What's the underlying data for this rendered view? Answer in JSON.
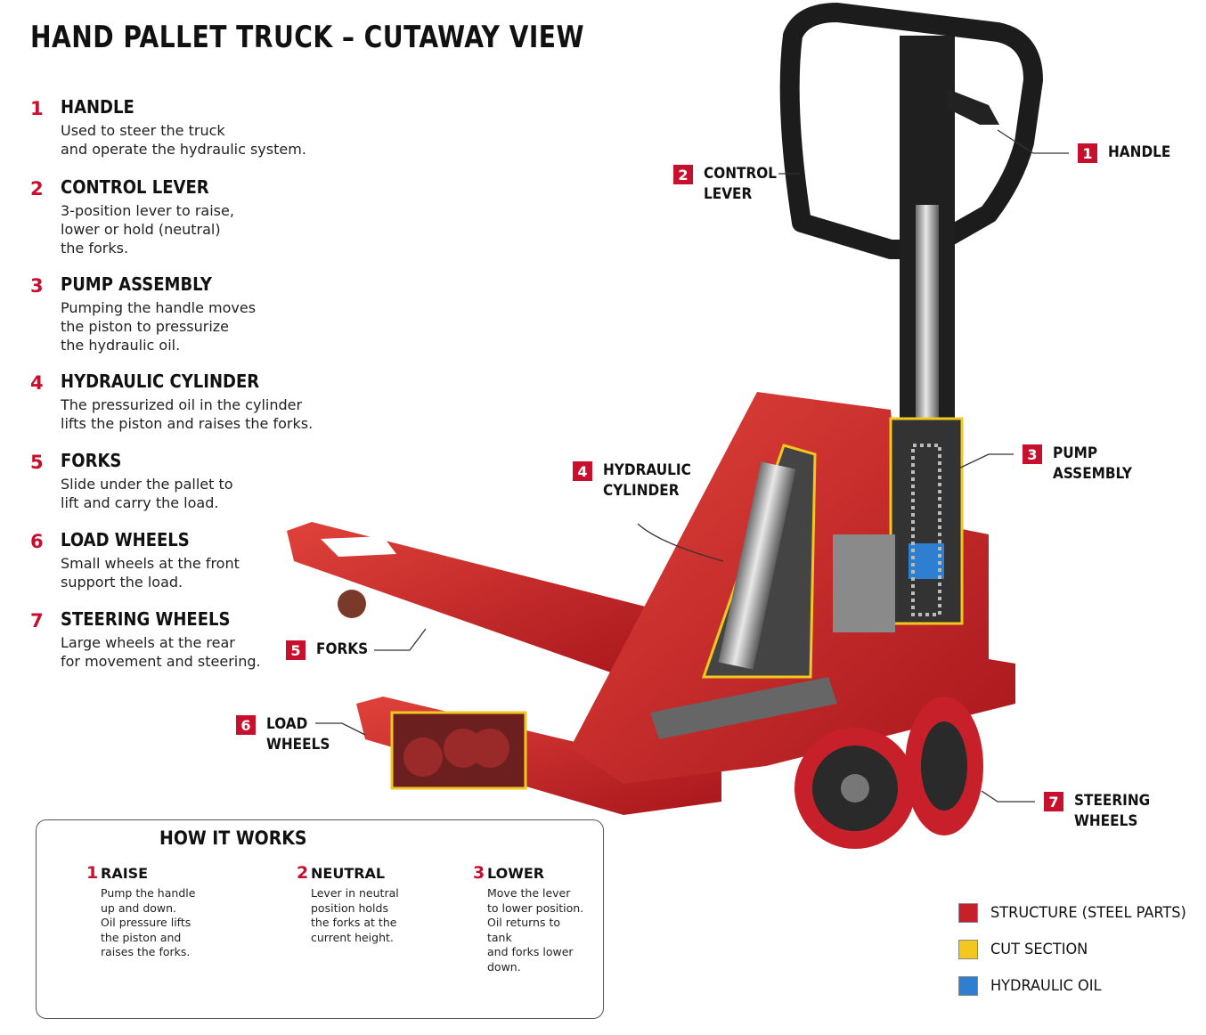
{
  "title": "HAND PALLET TRUCK – CUTAWAY VIEW",
  "parts": [
    {
      "num": "1",
      "name": "HANDLE",
      "desc": "Used to steer the truck\nand operate the hydraulic system."
    },
    {
      "num": "2",
      "name": "CONTROL LEVER",
      "desc": "3-position lever to raise,\nlower or hold (neutral)\nthe forks."
    },
    {
      "num": "3",
      "name": "PUMP ASSEMBLY",
      "desc": "Pumping the handle moves\nthe piston to pressurize\nthe hydraulic oil."
    },
    {
      "num": "4",
      "name": "HYDRAULIC CYLINDER",
      "desc": "The pressurized oil in the cylinder\nlifts the piston and raises the forks."
    },
    {
      "num": "5",
      "name": "FORKS",
      "desc": "Slide under the pallet to\nlift and carry the load."
    },
    {
      "num": "6",
      "name": "LOAD WHEELS",
      "desc": "Small wheels at the front\nsupport the load."
    },
    {
      "num": "7",
      "name": "STEERING WHEELS",
      "desc": "Large wheels at the rear\nfor movement and steering."
    }
  ],
  "callouts": [
    {
      "num": "1",
      "label": "HANDLE"
    },
    {
      "num": "2",
      "label": "CONTROL\nLEVER"
    },
    {
      "num": "3",
      "label": "PUMP\nASSEMBLY"
    },
    {
      "num": "4",
      "label": "HYDRAULIC\nCYLINDER"
    },
    {
      "num": "5",
      "label": "FORKS"
    },
    {
      "num": "6",
      "label": "LOAD\nWHEELS"
    },
    {
      "num": "7",
      "label": "STEERING\nWHEELS"
    }
  ],
  "how_it_works": {
    "title": "HOW IT WORKS",
    "steps": [
      {
        "num": "1",
        "title": "RAISE",
        "desc": "Pump the handle\nup and down.\nOil pressure lifts\nthe piston and\nraises the forks."
      },
      {
        "num": "2",
        "title": "NEUTRAL",
        "desc": "Lever in neutral\nposition holds\nthe forks at the\ncurrent height."
      },
      {
        "num": "3",
        "title": "LOWER",
        "desc": "Move the lever\nto lower position.\nOil returns to tank\nand forks lower\ndown."
      }
    ]
  },
  "legend": [
    {
      "label": "STRUCTURE (STEEL PARTS)",
      "color": "#c8202a"
    },
    {
      "label": "CUT SECTION",
      "color": "#f2c81e"
    },
    {
      "label": "HYDRAULIC OIL",
      "color": "#2f7fd0"
    }
  ],
  "colors": {
    "accent_red": "#c8102e",
    "structure_red": "#d42a2a",
    "handle_black": "#1c1c1c"
  }
}
